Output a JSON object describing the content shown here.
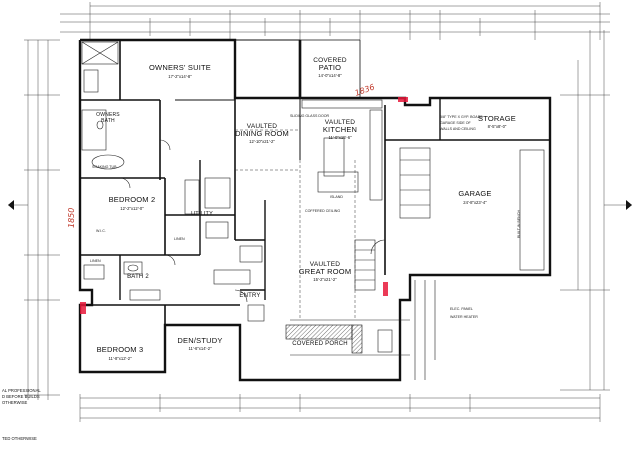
{
  "rooms": {
    "owners_suite": {
      "name": "OWNERS' SUITE",
      "size": "17'-2\"x14'-8\""
    },
    "covered_patio": {
      "name_line1": "COVERED",
      "name_line2": "PATIO",
      "size": "14'-0\"x14'-8\""
    },
    "vaulted_dining": {
      "name_line1": "VAULTED",
      "name_line2": "DINING ROOM",
      "size": "12'-10\"x21'-2\""
    },
    "vaulted_kitchen": {
      "name_line1": "VAULTED",
      "name_line2": "KITCHEN",
      "size": "11'-0\"x15'-6\""
    },
    "storage": {
      "name": "STORAGE",
      "size": "8'-5\"x8'-0\""
    },
    "garage": {
      "name": "GARAGE",
      "size": "24'-8\"x23'-4\""
    },
    "owners_bath": {
      "name_line1": "OWNERS",
      "name_line2": "BATH"
    },
    "bedroom2": {
      "name": "BEDROOM 2",
      "size": "12'-2\"x12'-0\""
    },
    "utility": {
      "name": "UTILITY"
    },
    "bath2": {
      "name": "BATH 2"
    },
    "vaulted_great_room": {
      "name_line1": "VAULTED",
      "name_line2": "GREAT ROOM",
      "size": "15'-2\"x21'-2\""
    },
    "entry": {
      "name": "ENTRY"
    },
    "covered_porch": {
      "name": "COVERED PORCH"
    },
    "den_study": {
      "name": "DEN/STUDY",
      "size": "11'-6\"x14'-2\""
    },
    "bedroom3": {
      "name": "BEDROOM 3",
      "size": "11'-8\"x12'-2\""
    }
  },
  "annotations": {
    "handwritten_right": "1836",
    "handwritten_left": "1850"
  },
  "footer": {
    "line1": "AL PROFESSIONAL",
    "line2": "D BEFORE BUILDS",
    "line3": "OTHERWISE",
    "line4": "TED OTHERWISE"
  },
  "colors": {
    "walls": "#111111",
    "handwriting": "#c0392b",
    "markers": "#e8173a"
  }
}
